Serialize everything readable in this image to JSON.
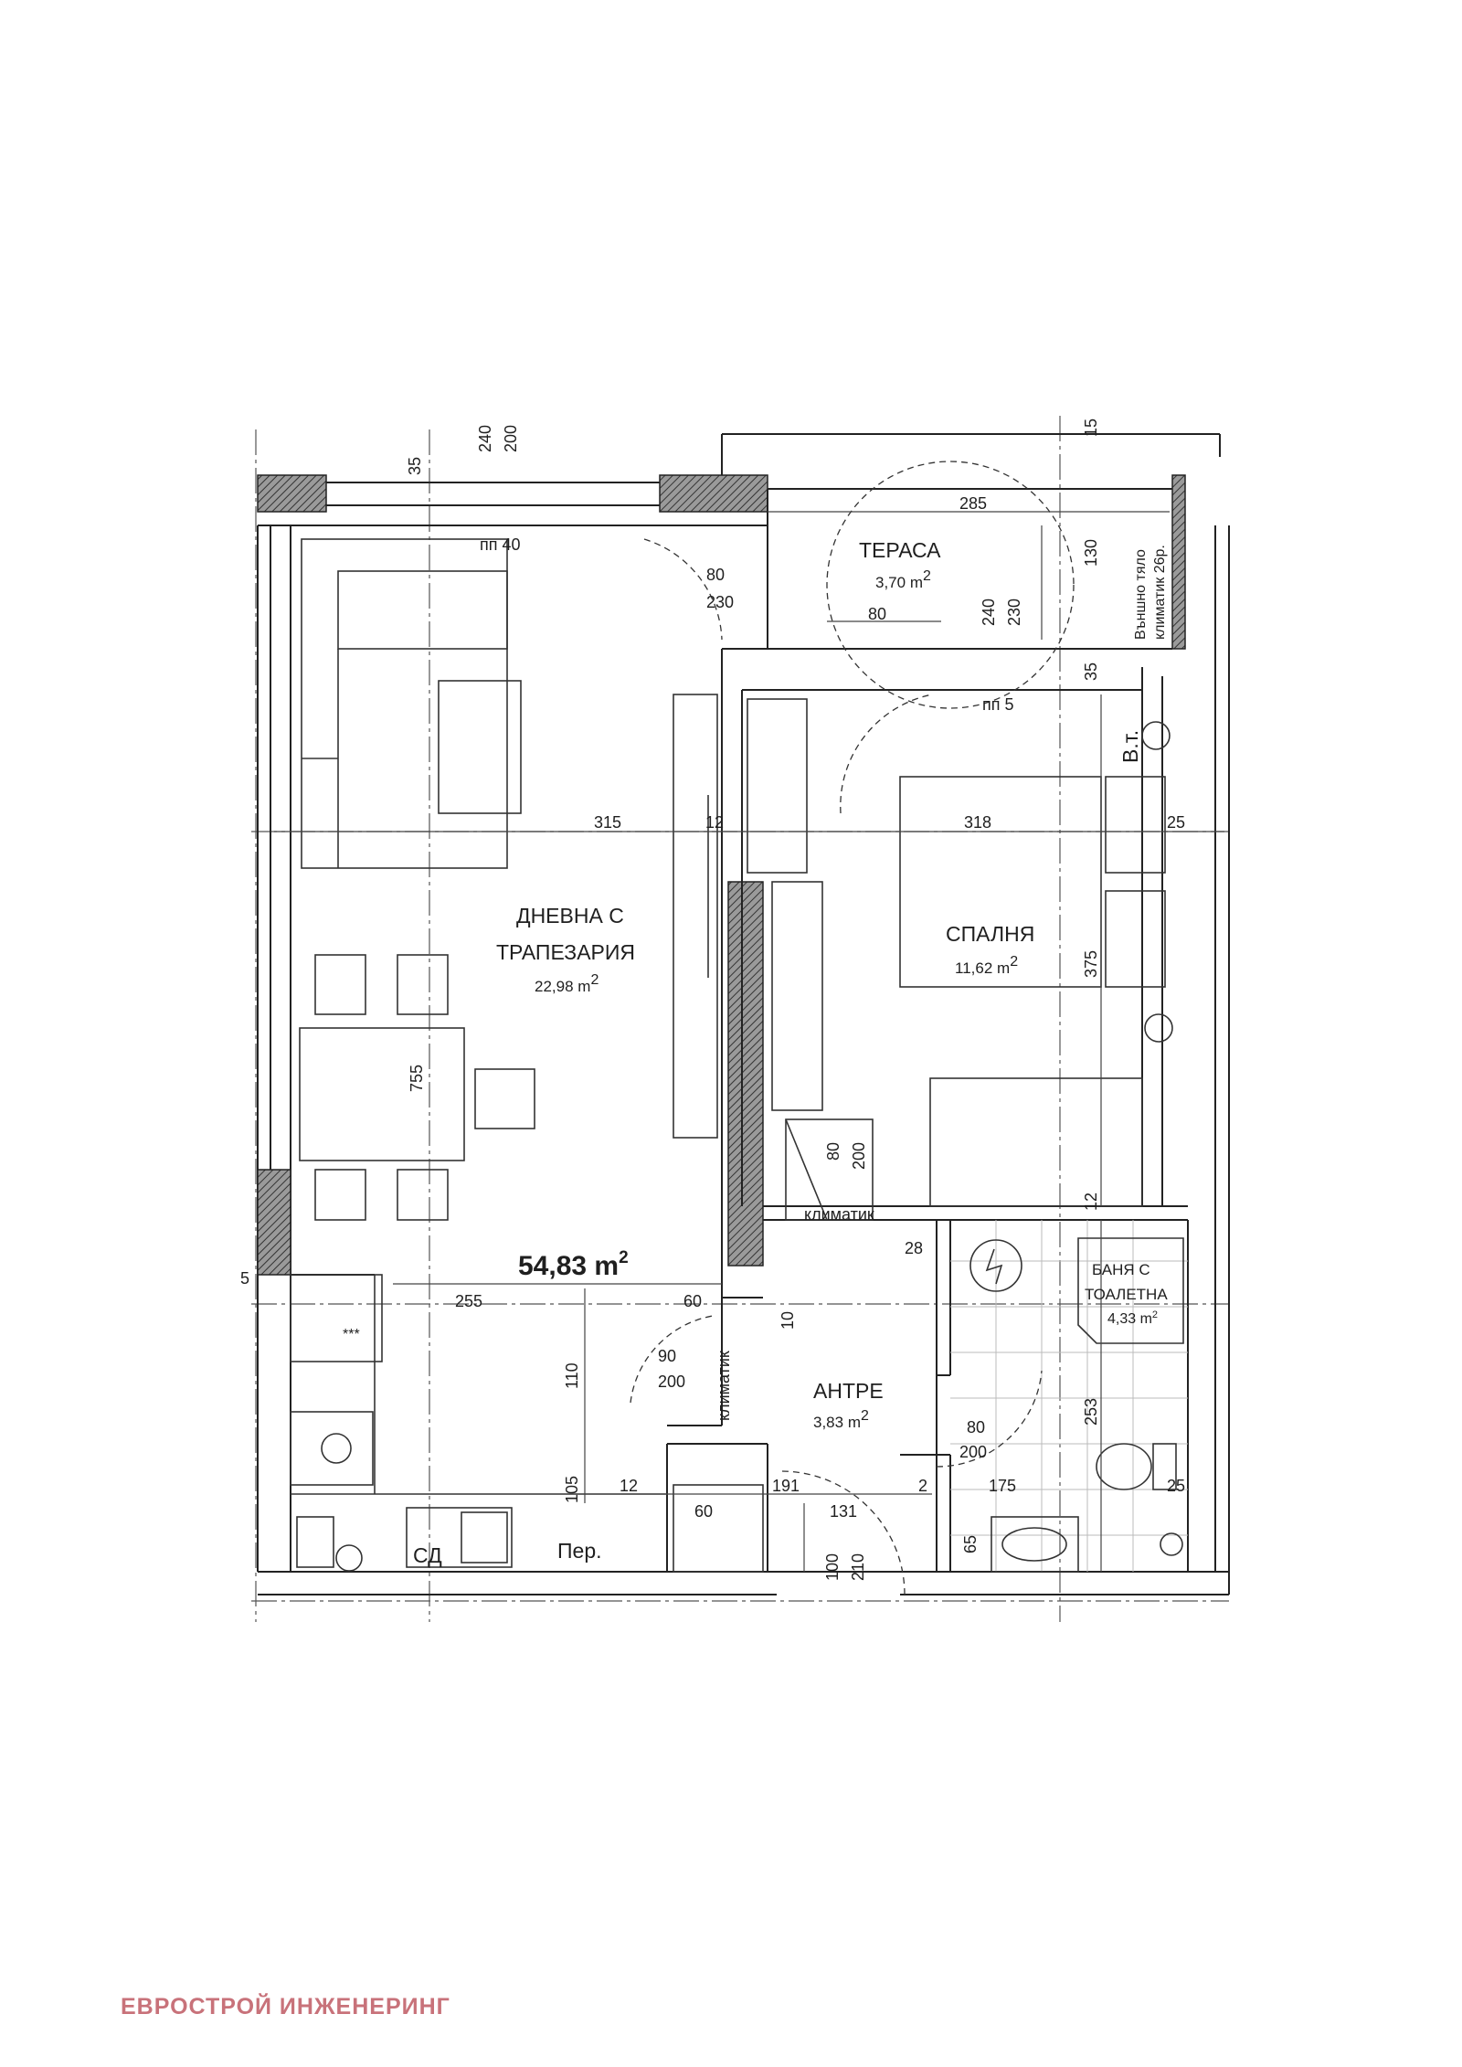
{
  "plan": {
    "total_area": "54,83",
    "area_unit": "m",
    "area_exp": "2",
    "rooms": {
      "terrace": {
        "name": "ТЕРАСА",
        "area": "3,70",
        "unit": "m",
        "exp": "2"
      },
      "living": {
        "name1": "ДНЕВНА С",
        "name2": "ТРАПЕЗАРИЯ",
        "area": "22,98",
        "unit": "m",
        "exp": "2"
      },
      "bedroom": {
        "name": "СПАЛНЯ",
        "area": "11,62",
        "unit": "m",
        "exp": "2"
      },
      "hall": {
        "name": "АНТРЕ",
        "area": "3,83",
        "unit": "m",
        "exp": "2"
      },
      "bath": {
        "name1": "БАНЯ С",
        "name2": "ТОАЛЕТНА",
        "area": "4,33",
        "unit": "m",
        "exp": "2"
      }
    },
    "labels": {
      "ac1": "климатик",
      "ac2": "климатик",
      "external_unit_1": "Външно тяло",
      "external_unit_2": "климатик 26р.",
      "boiler": "В.т.",
      "dishwasher": "СД",
      "washer": "Пер.",
      "stars": "***",
      "pp40": "пп 40",
      "pp5": "пп 5"
    },
    "dims": {
      "d240_top": "240",
      "d200_top": "200",
      "d35_top": "35",
      "d15_top": "15",
      "d285": "285",
      "d130": "130",
      "d240_ter": "240",
      "d230_ter": "230",
      "d80_ter": "80",
      "d35_ter": "35",
      "d80_door": "80",
      "d230_door": "230",
      "d315": "315",
      "d12_mid": "12",
      "d318": "318",
      "d25_bed": "25",
      "d375": "375",
      "d755": "755",
      "d80_ac": "80",
      "d200_ac": "200",
      "d12_bed": "12",
      "d28": "28",
      "d255": "255",
      "d60": "60",
      "d10": "10",
      "d90": "90",
      "d200_door": "200",
      "d110": "110",
      "d253": "253",
      "d80_bath": "80",
      "d200_bath": "200",
      "d105": "105",
      "d12_a": "12",
      "d191": "191",
      "d2": "2",
      "d175": "175",
      "d25_bath": "25",
      "d60_b": "60",
      "d131": "131",
      "d65": "65",
      "d100": "100",
      "d210": "210",
      "d5": "5"
    }
  },
  "company": "ЕВРОСТРОЙ ИНЖЕНЕРИНГ"
}
